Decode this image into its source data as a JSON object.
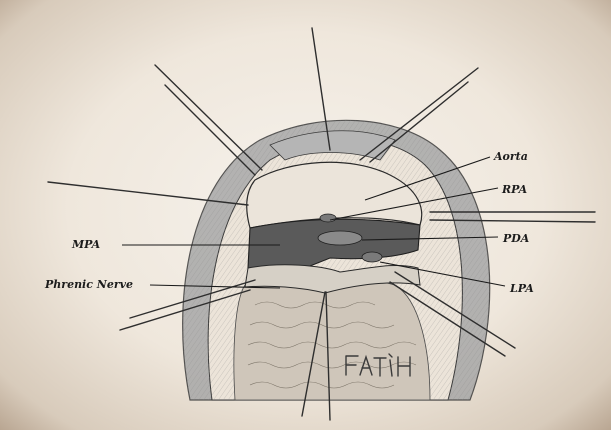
{
  "labels": {
    "aorta": "Aorta",
    "rpa": "RPA",
    "mpa": "MPA",
    "pda": "PDA",
    "phrenic_nerve": "Phrenic Nerve",
    "lpa": "LPA"
  },
  "signature": "FATIH",
  "colors": {
    "background": "#f1ebe3",
    "pencil": "#2a2a2a",
    "shading": "#6e6e6e"
  }
}
